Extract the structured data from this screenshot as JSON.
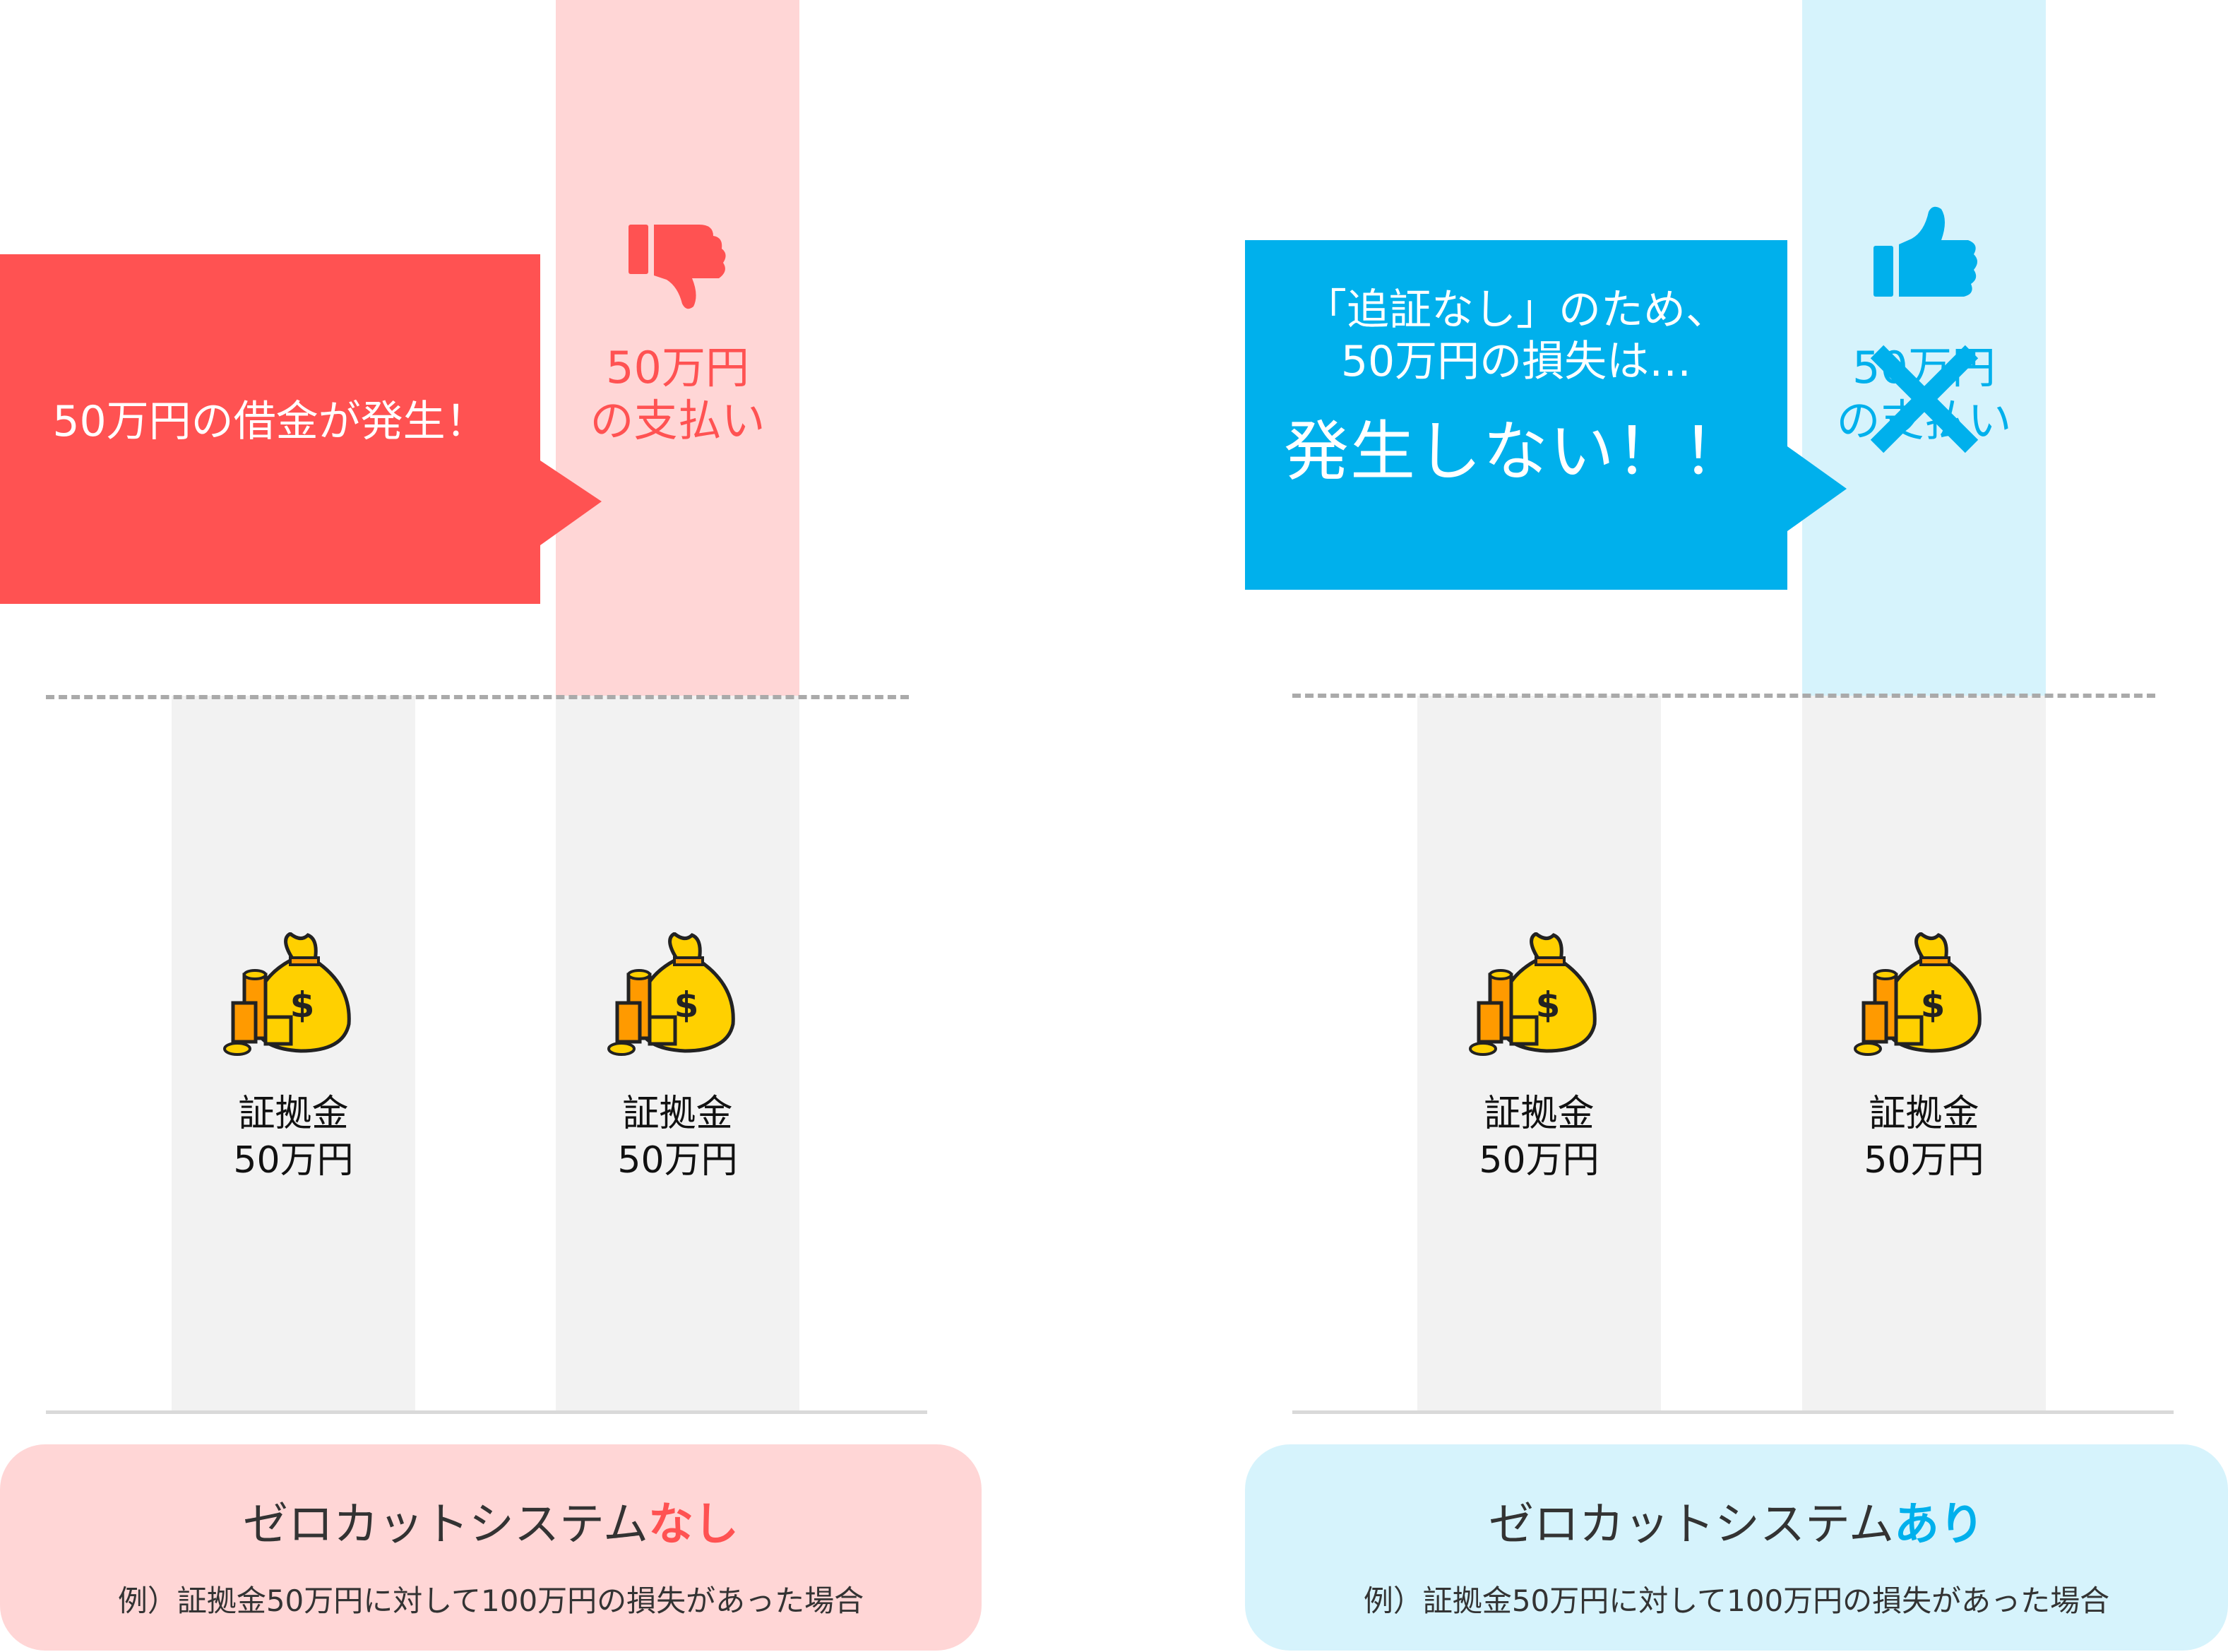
{
  "left": {
    "callout": "50万円の借金が発生！",
    "payment": [
      "50万円",
      "の支払い"
    ],
    "bag1": [
      "証拠金",
      "50万円"
    ],
    "bag2": [
      "証拠金",
      "50万円"
    ],
    "panel_title_prefix": "ゼロカットシステム",
    "panel_title_emph": "なし",
    "panel_sub": "例）証拠金50万円に対して100万円の損失があった場合"
  },
  "right": {
    "callout_line1": "「追証なし」のため、",
    "callout_line2": "50万円の損失は…",
    "callout_big": "発生しない！！",
    "payment": [
      "50万円",
      "の支払い"
    ],
    "bag1": [
      "証拠金",
      "50万円"
    ],
    "bag2": [
      "証拠金",
      "50万円"
    ],
    "panel_title_prefix": "ゼロカットシステム",
    "panel_title_emph": "あり",
    "panel_sub": "例）証拠金50万円に対して100万円の損失があった場合"
  },
  "icons": {
    "thumbs_down": "thumbs-down-icon",
    "thumbs_up": "thumbs-up-icon",
    "cross": "cross-icon",
    "money_bag": "money-bag-icon"
  },
  "colors": {
    "red": "#ff5252",
    "pink": "#ffd6d6",
    "blue": "#00b0ec",
    "light_blue": "#d6f3fc",
    "gray_bar": "#f2f2f2",
    "dash": "#aaaaaa"
  }
}
